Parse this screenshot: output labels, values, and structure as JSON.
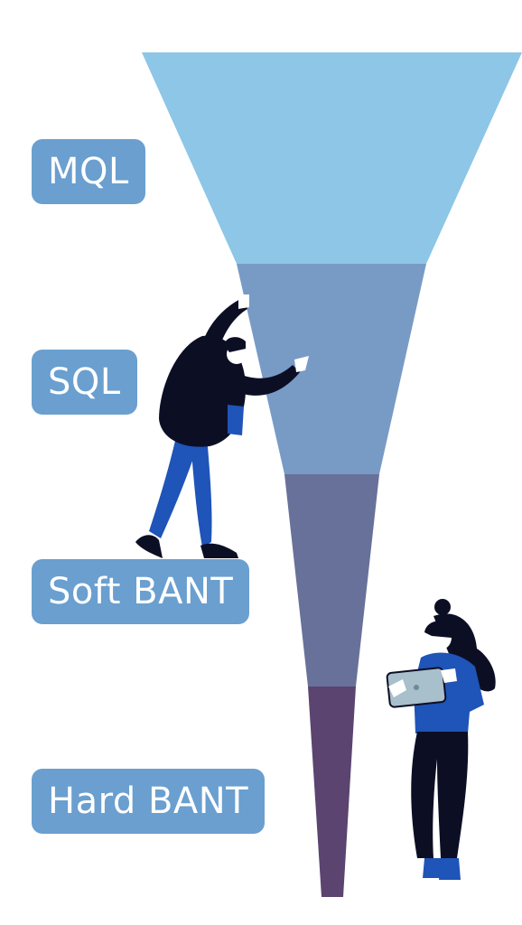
{
  "colors": {
    "label_background": "#6a9fcf",
    "label_text": "#ffffff",
    "stage_colors": [
      "#8dc6e6",
      "#789bc6",
      "#687199",
      "#5b4470"
    ],
    "person_dark": "#0c0f24",
    "person_blue": "#1f54b8",
    "tablet": "#a8bfcc"
  },
  "stages": [
    {
      "label": "MQL"
    },
    {
      "label": "SQL"
    },
    {
      "label": "Soft BANT"
    },
    {
      "label": "Hard BANT"
    }
  ],
  "illustrations": [
    {
      "icon": "person-climbing-funnel-icon"
    },
    {
      "icon": "person-with-tablet-icon"
    }
  ]
}
